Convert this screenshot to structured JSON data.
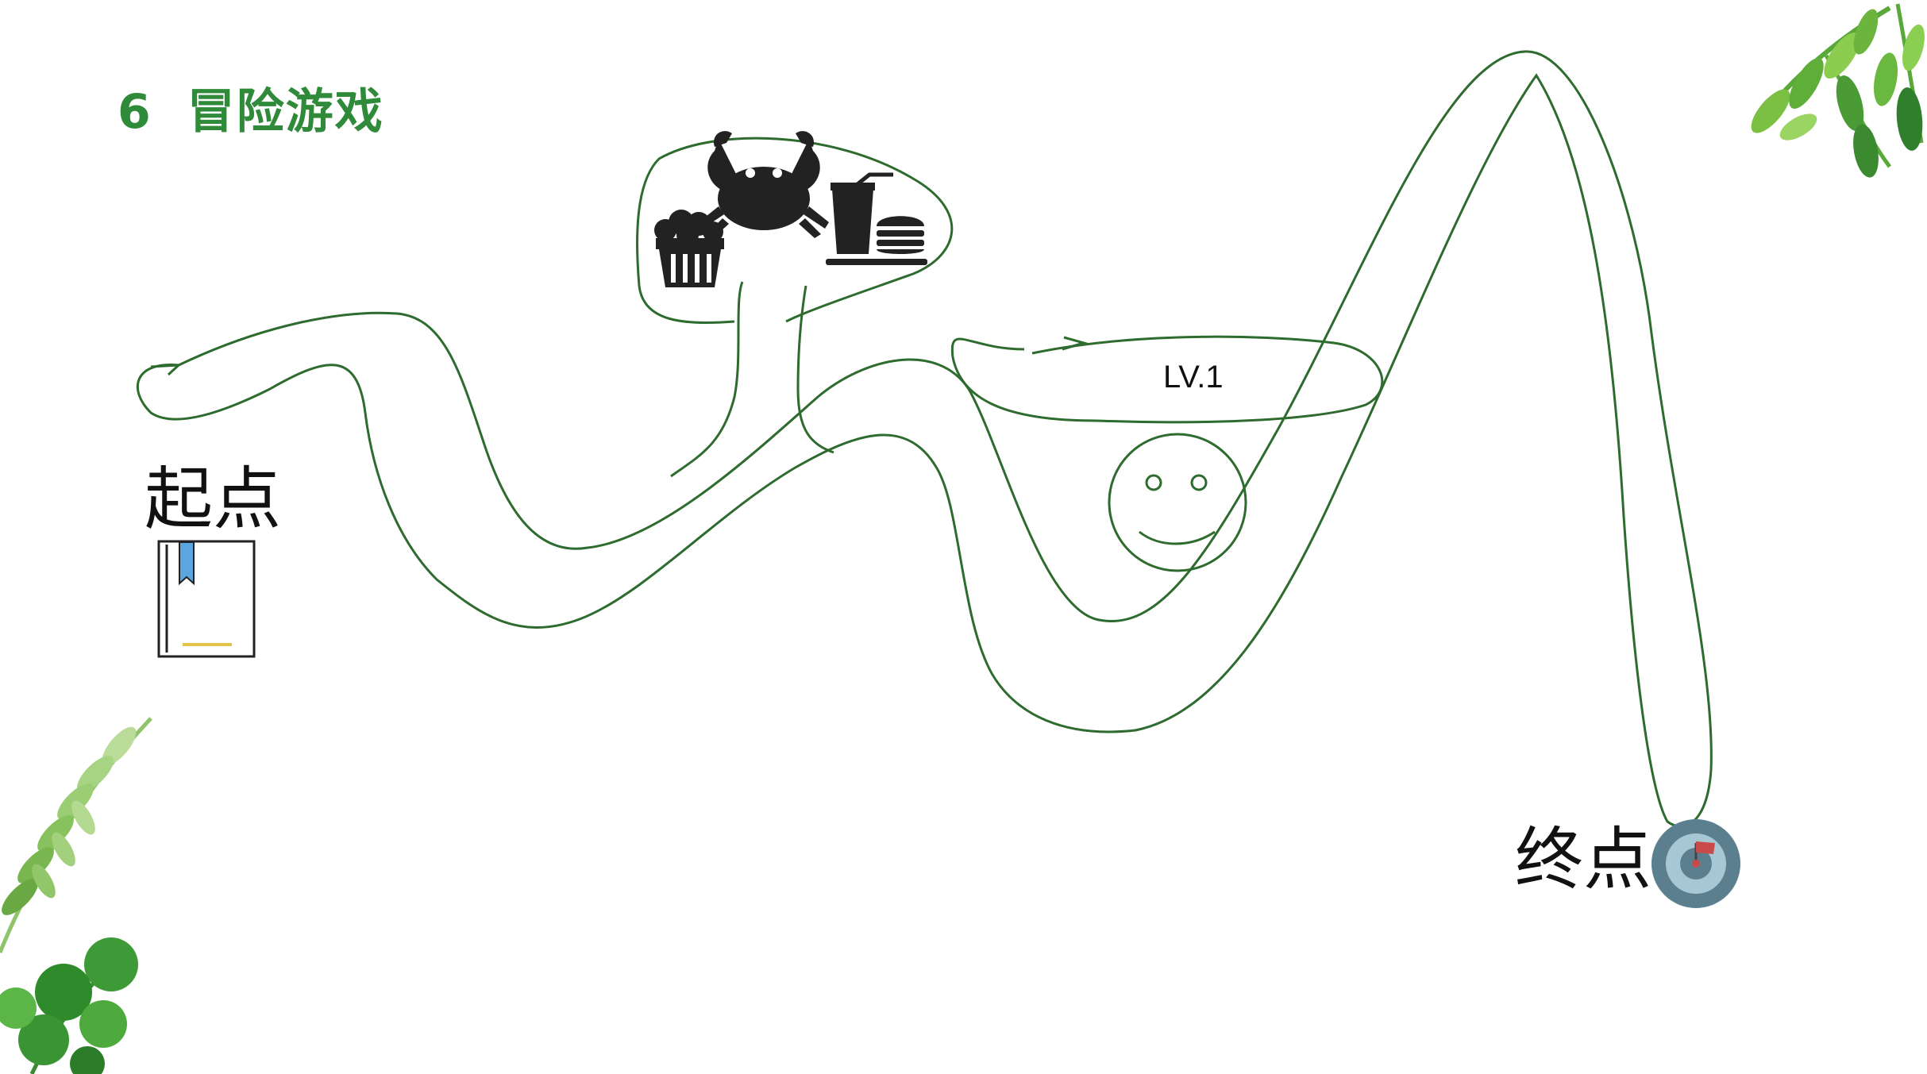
{
  "title": {
    "number": "6",
    "text": "冒险游戏"
  },
  "start_label": "起点",
  "end_label": "终点",
  "level_label": "LV.1",
  "colors": {
    "path_stroke": "#2e6b2e",
    "title": "#2f8a3a",
    "icon_dark": "#222222",
    "leaf_green": "#3f9b3a",
    "target_ring": "#5b7f8e",
    "flag": "#c94a4a"
  },
  "icons": [
    "crab-icon",
    "popcorn-icon",
    "fast-food-icon",
    "book-icon",
    "target-flag-icon",
    "smiley-face"
  ]
}
